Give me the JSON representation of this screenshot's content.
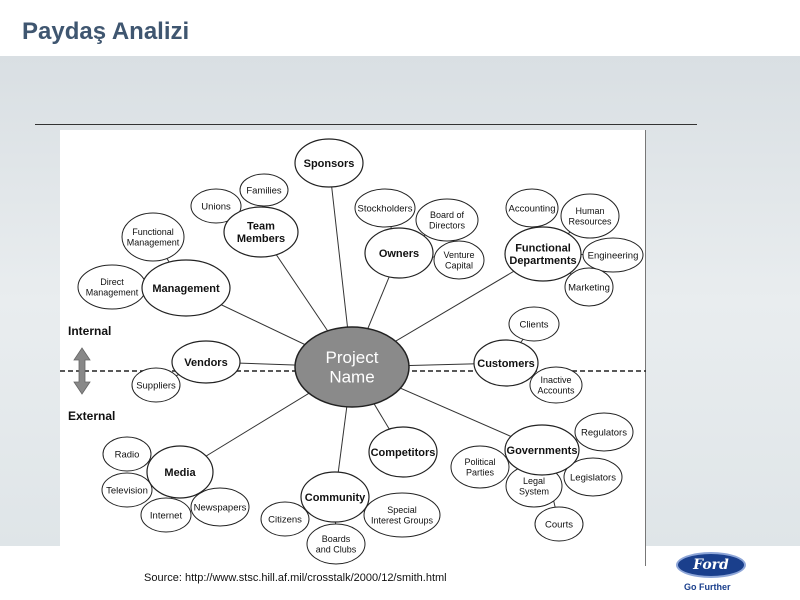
{
  "slide": {
    "title": "Paydaş Analizi",
    "source": "Source: http://www.stsc.hill.af.mil/crosstalk/2000/12/smith.html"
  },
  "logo": {
    "brand": "Ford",
    "tagline": "Go Further",
    "color": "#1a3f8c"
  },
  "diagram": {
    "center": {
      "lines": [
        "Project",
        "Name"
      ]
    },
    "axis": {
      "internal": "Internal",
      "external": "External"
    },
    "groups": [
      {
        "label": [
          "Sponsors"
        ],
        "children": []
      },
      {
        "label": [
          "Team",
          "Members"
        ],
        "children": [
          [
            "Unions"
          ],
          [
            "Families"
          ]
        ]
      },
      {
        "label": [
          "Management"
        ],
        "children": [
          [
            "Functional",
            "Management"
          ],
          [
            "Direct",
            "Management"
          ]
        ]
      },
      {
        "label": [
          "Owners"
        ],
        "children": [
          [
            "Stockholders"
          ],
          [
            "Board of",
            "Directors"
          ],
          [
            "Venture",
            "Capital"
          ]
        ]
      },
      {
        "label": [
          "Functional",
          "Departments"
        ],
        "children": [
          [
            "Accounting"
          ],
          [
            "Human",
            "Resources"
          ],
          [
            "Engineering"
          ],
          [
            "Marketing"
          ]
        ]
      },
      {
        "label": [
          "Vendors"
        ],
        "children": [
          [
            "Suppliers"
          ]
        ]
      },
      {
        "label": [
          "Customers"
        ],
        "children": [
          [
            "Clients"
          ],
          [
            "Inactive",
            "Accounts"
          ]
        ]
      },
      {
        "label": [
          "Media"
        ],
        "children": [
          [
            "Radio"
          ],
          [
            "Television"
          ],
          [
            "Internet"
          ],
          [
            "Newspapers"
          ]
        ]
      },
      {
        "label": [
          "Community"
        ],
        "children": [
          [
            "Citizens"
          ],
          [
            "Boards",
            "and Clubs"
          ],
          [
            "Special",
            "Interest Groups"
          ]
        ]
      },
      {
        "label": [
          "Competitors"
        ],
        "children": []
      },
      {
        "label": [
          "Governments"
        ],
        "children": [
          [
            "Political",
            "Parties"
          ],
          [
            "Regulators"
          ],
          [
            "Legislators"
          ],
          [
            "Legal",
            "System"
          ],
          [
            "Courts"
          ]
        ]
      }
    ]
  }
}
